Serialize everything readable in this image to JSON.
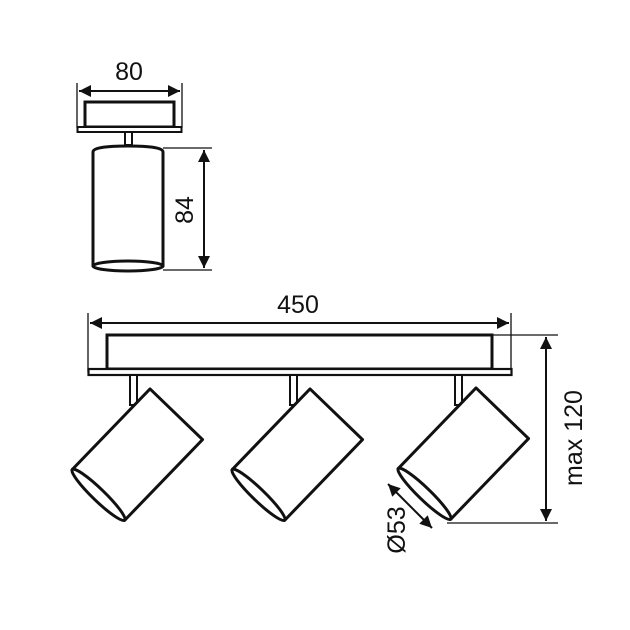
{
  "drawing": {
    "title": "Triple spotlight bar – technical dimension drawing",
    "line_color": "#111111",
    "background": "#ffffff"
  },
  "side_view": {
    "width_label": "80",
    "height_label": "84"
  },
  "front_view": {
    "length_label": "450",
    "max_height_label": "max 120",
    "diameter_label": "Ø53",
    "spotlight_count": 3
  }
}
